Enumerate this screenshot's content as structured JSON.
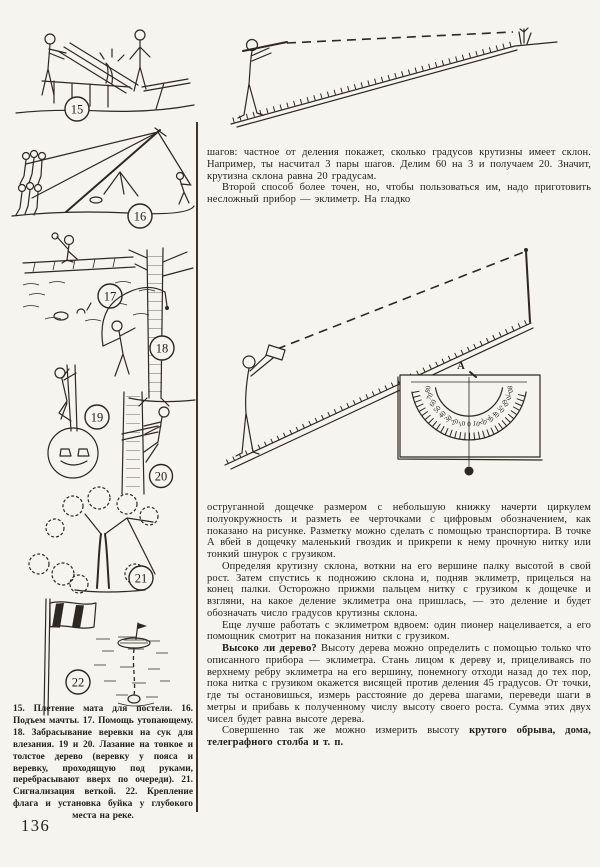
{
  "page": {
    "number": "136"
  },
  "colors": {
    "paper": "#f5f4ee",
    "ink": "#2b2922"
  },
  "left_column": {
    "figures": [
      {
        "number": "15"
      },
      {
        "number": "16"
      },
      {
        "number": "17"
      },
      {
        "number": "18"
      },
      {
        "number": "19"
      },
      {
        "number": "20"
      },
      {
        "number": "21"
      },
      {
        "number": "22"
      }
    ],
    "caption": "15. Плетение мата для постели. 16. Подъем мачты. 17. Помощь утопающему. 18. Забрасывание веревки на сук для влезания. 19 и 20. Лазание на тонкое и толстое дерево (веревку у пояса и веревку, проходящую под руками, перебрасывают вверх по очереди). 21. Сигнализация веткой. 22. Крепление флага и установка буйка у глубокого места на реке."
  },
  "main": {
    "top_paragraphs": [
      {
        "text": "шагов: частное от деления покажет, сколько градусов крутизны имеет склон. Например, ты насчитал 3 пары шагов. Делим 60 на 3 и получаем 20. Значит, крутизна склона равна 20 градусам."
      },
      {
        "text": "Второй способ более точен, но, чтобы пользоваться им, надо приготовить несложный прибор — эклиметр. На гладко"
      }
    ],
    "bottom_paragraphs": [
      {
        "text": "оструганной дощечке размером с небольшую книжку начерти циркулем полуокружность и разметь ее черточками с цифровым обозначением, как показано на рисунке. Разметку можно сделать с помощью транспортира. В точке А вбей в дощечку маленький гвоздик и прикрепи к нему прочную нитку или тонкий шнурок с грузиком."
      },
      {
        "text": "Определяя крутизну склона, воткни на его вершине палку высотой в свой рост. Затем спустись к подножию склона и, подняв эклиметр, прицелься на конец палки. Осторожно прижми пальцем нитку с грузиком к дощечке и взгляни, на какое деление эклиметра она пришлась, — это деление и будет обозначать число градусов крутизны склона."
      },
      {
        "text": "Еще лучше работать с эклиметром вдвоем: один пионер нацеливается, а его помощник смотрит на показания нитки с грузиком."
      },
      {
        "bold_lead": "Высоко ли дерево?",
        "text": " Высоту дерева можно определить с помощью только что описанного прибора — эклиметра. Стань лицом к дереву и, прицеливаясь по верхнему ребру эклиметра на его вершину, понемногу отходи назад до тех пор, пока нитка с грузиком окажется висящей против деления 45 градусов. От точки, где ты остановишься, измерь расстояние до дерева шагами, переведи шаги в метры и прибавь к полученному числу высоту своего роста. Сумма этих двух чисел будет равна высоте дерева."
      },
      {
        "text": "Совершенно так же можно измерить высоту ",
        "bold_tail": "крутого обрыва, дома, телеграфного столба и т. п."
      }
    ]
  },
  "illustrations": {
    "eclimeter": {
      "point_label": "А",
      "scale": [
        "80",
        "70",
        "60",
        "50",
        "40",
        "30",
        "20",
        "10",
        "0",
        "10",
        "20",
        "30",
        "40",
        "50",
        "60",
        "70",
        "80"
      ]
    }
  }
}
